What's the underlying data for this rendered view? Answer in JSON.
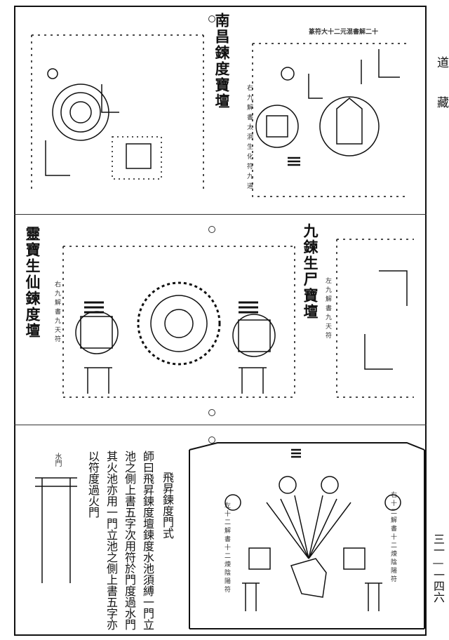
{
  "margin": {
    "collection_name": "道藏",
    "page_number": "三一—一四六"
  },
  "top_panel": {
    "title": "南昌鍊度寶壇",
    "talisman_caption": "十二解書混元二十大符篆",
    "talisman_note": "右九解書太洞生化符九道"
  },
  "middle_panel": {
    "left_title": "靈寶生仙鍊度壇",
    "left_note": "右九解書九天符",
    "right_title": "九鍊生尸寶壇",
    "right_note": "左九解書九天符"
  },
  "bottom_panel": {
    "heading": "飛昇鍊度門式",
    "paragraph_lines": [
      "師曰飛昇鍊度壇鍊度水池須縛一門立",
      "池之側上書五字次用符於門度過水門",
      "其火池亦用一門立池之側上書五字亦",
      "以符度過火門"
    ],
    "gate_label": "水門",
    "diagram_note": "左十二解書十二煉陰陽符",
    "diagram_note_right": "右十二解書十二煉陰陽符"
  }
}
